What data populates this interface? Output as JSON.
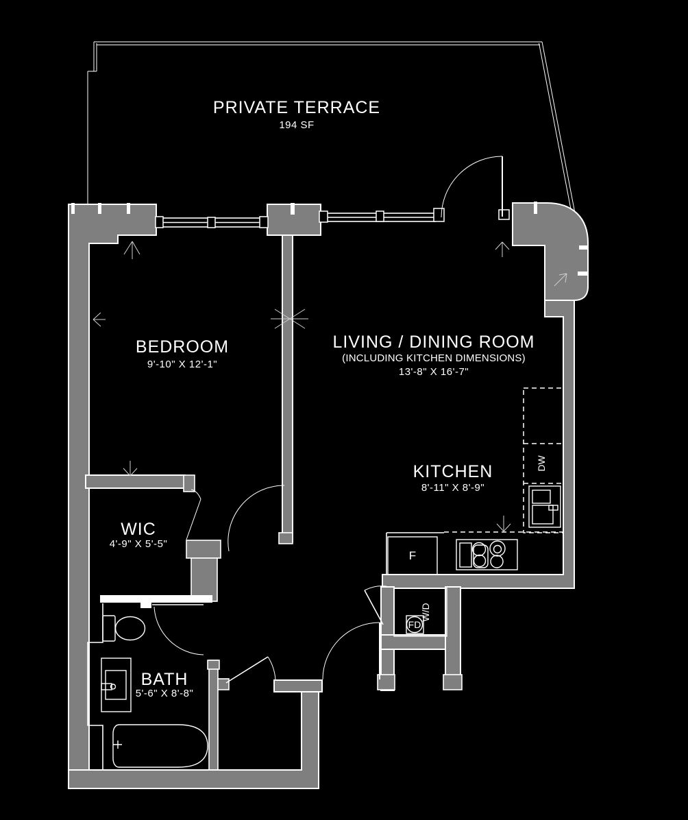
{
  "plan": {
    "colors": {
      "background": "#000000",
      "wall": "#7f7f7f",
      "line": "#ffffff"
    },
    "rooms": {
      "terrace": {
        "name": "PRIVATE TERRACE",
        "area": "194 SF"
      },
      "bedroom": {
        "name": "BEDROOM",
        "dims": "9'-10\" X 12'-1\""
      },
      "living": {
        "name": "LIVING / DINING ROOM",
        "note": "(INCLUDING KITCHEN DIMENSIONS)",
        "dims": "13'-8\" X 16'-7\""
      },
      "kitchen": {
        "name": "KITCHEN",
        "dims": "8'-11\" X 8'-9\""
      },
      "wic": {
        "name": "WIC",
        "dims": "4'-9\" X 5'-5\""
      },
      "bath": {
        "name": "BATH",
        "dims": "5'-6\" X 8'-8\""
      }
    },
    "labels": {
      "fridge": "F",
      "dishwasher": "DW",
      "washer_dryer": "W/D",
      "floor_drain": "FD"
    }
  }
}
